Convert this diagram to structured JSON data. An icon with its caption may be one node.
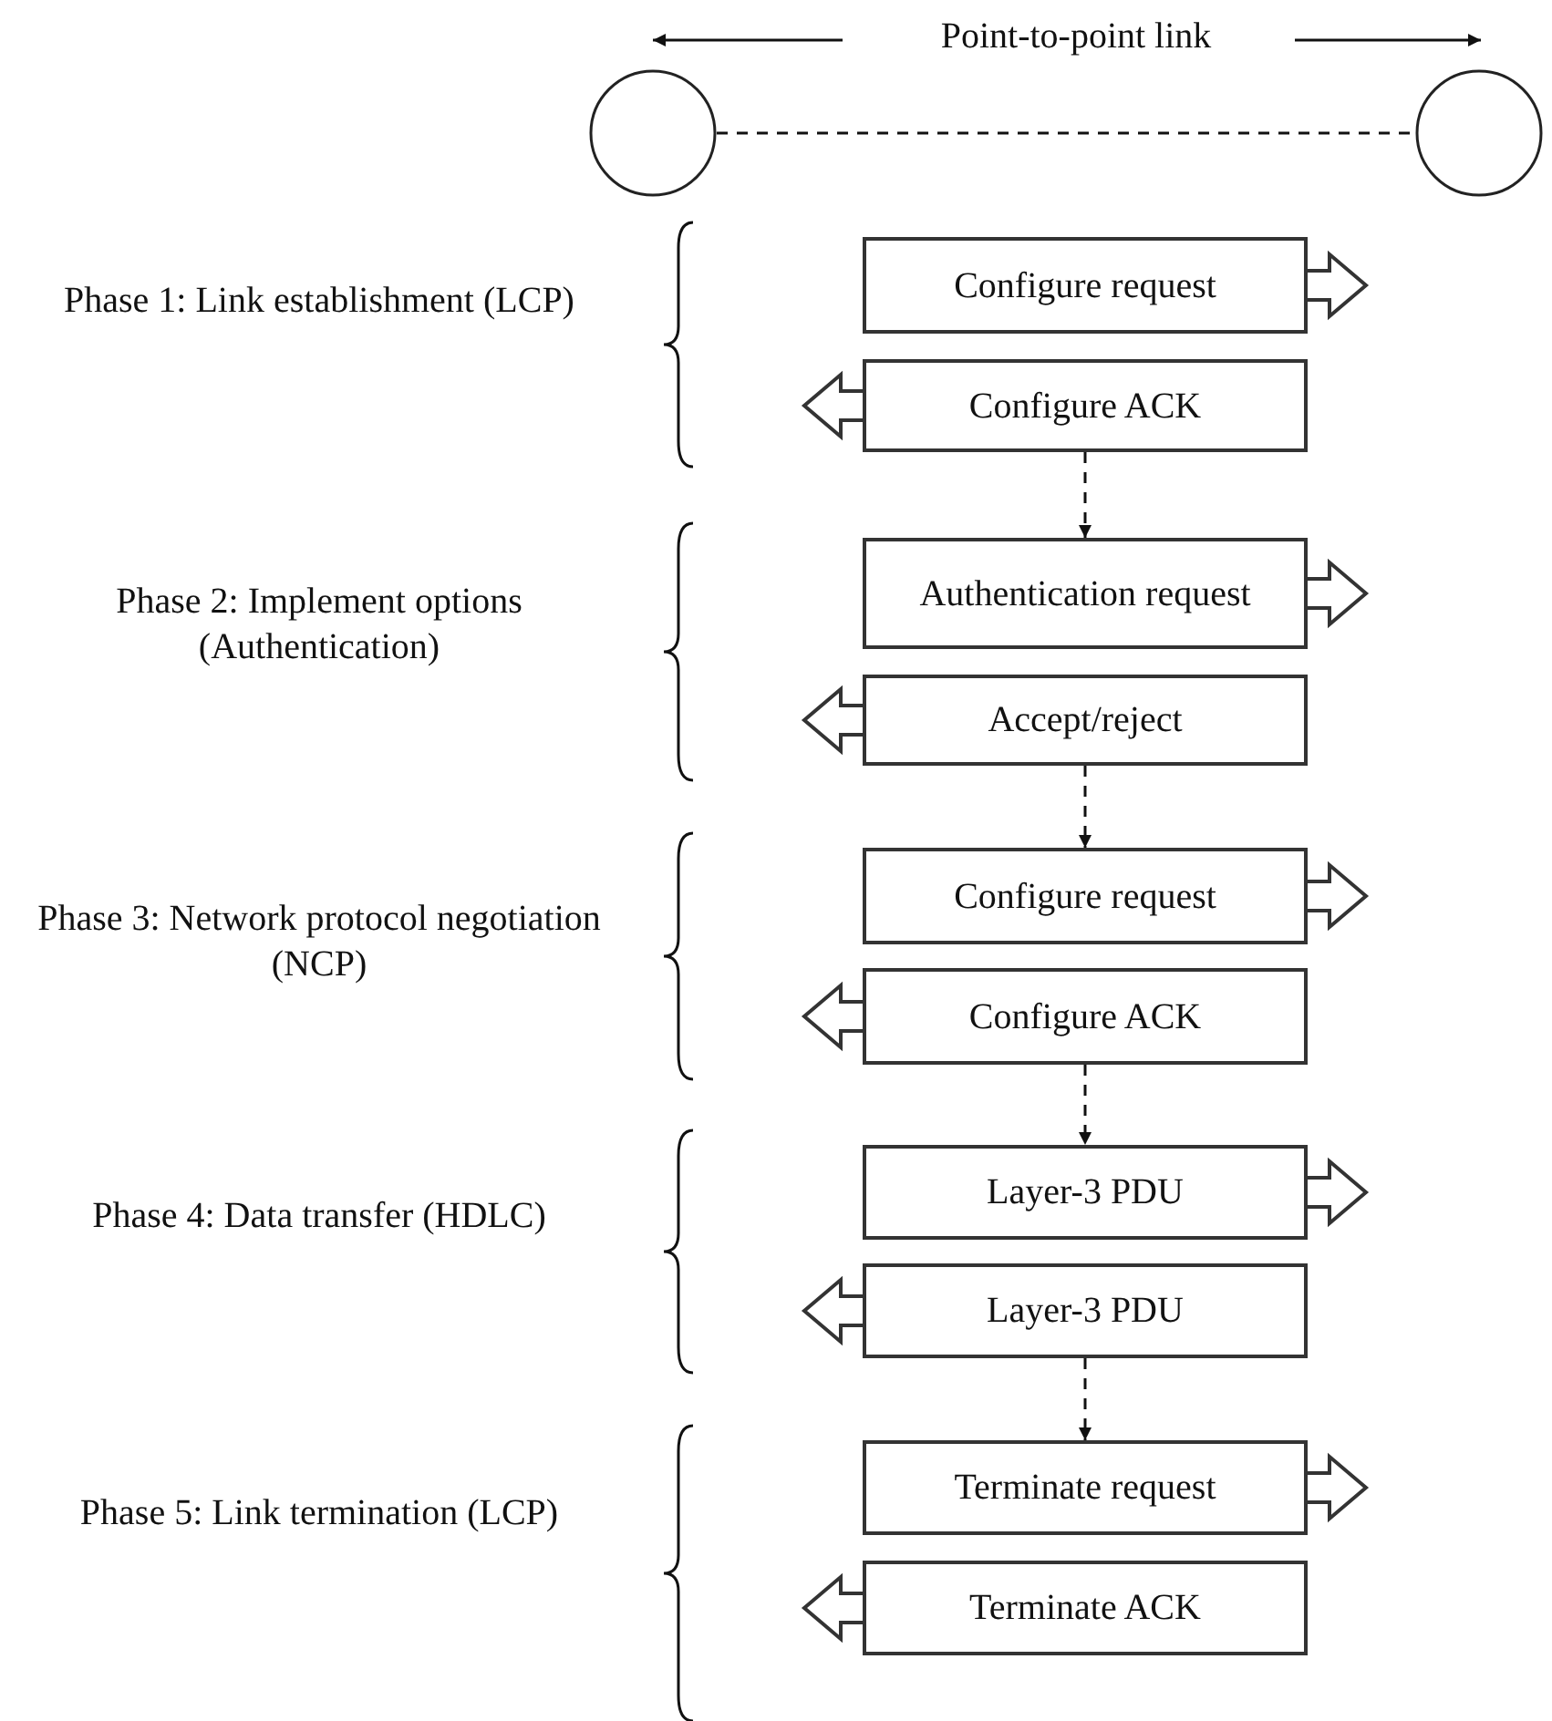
{
  "diagram": {
    "nodes": [
      {
        "text": [],
        "shape": "circle"
      },
      {
        "text": [],
        "shape": "circle"
      },
      {
        "text": [
          "Configure request"
        ]
      },
      {
        "text": [
          "Configure ACK"
        ]
      },
      {
        "text": [
          "Authentication request"
        ]
      },
      {
        "text": [
          "Accept/reject"
        ]
      },
      {
        "text": [
          "Configure request"
        ]
      },
      {
        "text": [
          "Configure ACK"
        ]
      },
      {
        "text": [
          "Layer-3 PDU"
        ]
      },
      {
        "text": [
          "Layer-3 PDU"
        ]
      },
      {
        "text": [
          "Terminate request"
        ]
      },
      {
        "text": [
          "Terminate ACK"
        ]
      }
    ],
    "edges": [
      {
        "from": 0,
        "to": 1,
        "arrow": "none",
        "style": "dashed"
      },
      {
        "from": 2,
        "to": null,
        "arrow": "to",
        "style": "thick"
      },
      {
        "from": 3,
        "to": null,
        "arrow": "to",
        "style": "thick"
      },
      {
        "from": 3,
        "to": 4,
        "arrow": "to",
        "style": "dashed"
      },
      {
        "from": 4,
        "to": null,
        "arrow": "to",
        "style": "thick"
      },
      {
        "from": 5,
        "to": null,
        "arrow": "to",
        "style": "thick"
      },
      {
        "from": 5,
        "to": 6,
        "arrow": "to",
        "style": "dashed"
      },
      {
        "from": 6,
        "to": null,
        "arrow": "to",
        "style": "thick"
      },
      {
        "from": 7,
        "to": null,
        "arrow": "to",
        "style": "thick"
      },
      {
        "from": 7,
        "to": 8,
        "arrow": "to",
        "style": "dashed"
      },
      {
        "from": 8,
        "to": null,
        "arrow": "to",
        "style": "thick"
      },
      {
        "from": 9,
        "to": null,
        "arrow": "to",
        "style": "thick"
      },
      {
        "from": 9,
        "to": 10,
        "arrow": "to",
        "style": "dashed"
      },
      {
        "from": 10,
        "to": null,
        "arrow": "to",
        "style": "thick"
      },
      {
        "from": 11,
        "to": null,
        "arrow": "to",
        "style": "thick"
      }
    ],
    "labels": [
      "Point-to-point link",
      "Phase 1: Link establishment (LCP)",
      "Phase 2: Implement options (Authentication)",
      "Phase 3: Network protocol negotiation (NCP)",
      "Phase 4: Data transfer (HDLC)",
      "Phase 5: Link termination (LCP)"
    ]
  }
}
